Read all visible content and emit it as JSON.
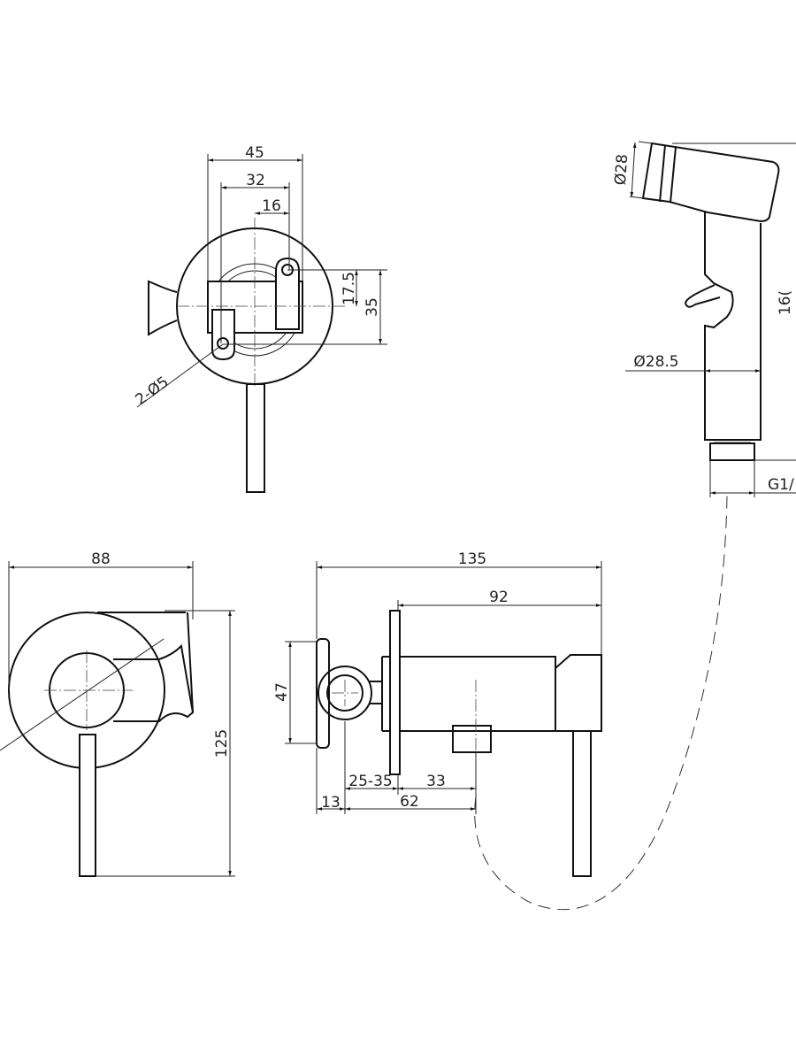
{
  "title": "Concealed bidet mixer with hand shower - technical drawing",
  "front_view": {
    "dim_width_outer": "45",
    "dim_width_holes": "32",
    "dim_half_holes": "16",
    "dim_half_height": "17.5",
    "dim_height": "35",
    "dim_holes": "2-Ø5"
  },
  "hand_shower": {
    "dim_head_diameter": "Ø28",
    "dim_length": "16(",
    "dim_body_diameter": "Ø28.5",
    "dim_thread": "G1/"
  },
  "side_view_left": {
    "dim_width": "88",
    "dim_height": "125"
  },
  "side_view_right": {
    "dim_total_length": "135",
    "dim_body_length": "92",
    "dim_flange_height": "47",
    "dim_wall_depth": "25-35",
    "dim_outlet_offset": "33",
    "dim_plate": "13",
    "dim_outlet_total": "62"
  },
  "colors": {
    "line": "#111111",
    "background": "#ffffff"
  }
}
